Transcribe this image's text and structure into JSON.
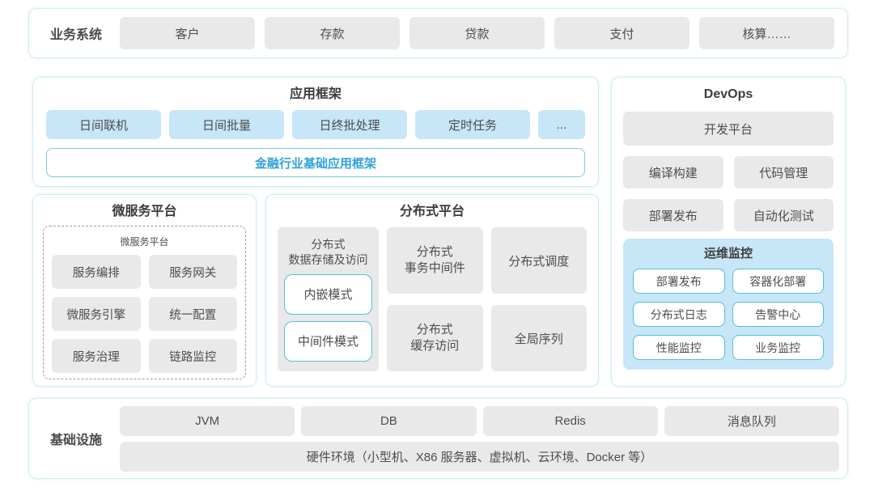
{
  "colors": {
    "panel_border": "#d2ecf4",
    "gray_box": "#e9e9e9",
    "light_blue_box": "#c7e6f7",
    "teal_border": "#55c0d6",
    "accent_blue_text": "#30a2d8",
    "title_text": "#3c3c3c",
    "box_text": "#4d4d4d"
  },
  "business_systems": {
    "label": "业务系统",
    "items": [
      "客户",
      "存款",
      "贷款",
      "支付",
      "核算……"
    ]
  },
  "app_framework": {
    "title": "应用框架",
    "items": [
      "日间联机",
      "日间批量",
      "日终批处理",
      "定时任务",
      "..."
    ],
    "base_framework": "金融行业基础应用框架"
  },
  "devops": {
    "title": "DevOps",
    "platform": "开发平台",
    "items": [
      "编译构建",
      "代码管理",
      "部署发布",
      "自动化测试"
    ],
    "monitoring": {
      "title": "运维监控",
      "items": [
        "部署发布",
        "容器化部署",
        "分布式日志",
        "告警中心",
        "性能监控",
        "业务监控"
      ]
    }
  },
  "microservice_platform": {
    "title": "微服务平台",
    "inner_title": "微服务平台",
    "items": [
      "服务编排",
      "服务网关",
      "微服务引擎",
      "统一配置",
      "服务治理",
      "链路监控"
    ]
  },
  "distributed_platform": {
    "title": "分布式平台",
    "storage": {
      "label": "分布式\n数据存储及访问",
      "modes": [
        "内嵌模式",
        "中间件模式"
      ]
    },
    "items": [
      "分布式\n事务中间件",
      "分布式调度",
      "分布式\n缓存访问",
      "全局序列"
    ]
  },
  "infrastructure": {
    "label": "基础设施",
    "items": [
      "JVM",
      "DB",
      "Redis",
      "消息队列"
    ],
    "hardware": "硬件环境（小型机、X86 服务器、虚拟机、云环境、Docker 等）"
  }
}
